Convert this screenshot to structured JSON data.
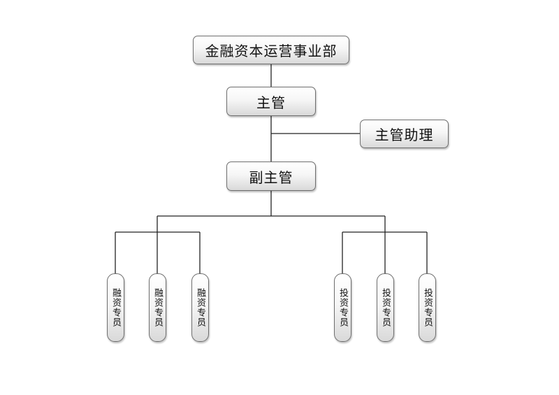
{
  "org_chart": {
    "top": "金融资本运营事业部",
    "manager": "主管",
    "assistant": "主管助理",
    "deputy": "副主管",
    "finance_staff": [
      "融资专员",
      "融资专员",
      "融资专员"
    ],
    "investment_staff": [
      "投资专员",
      "投资专员",
      "投资专员"
    ]
  }
}
